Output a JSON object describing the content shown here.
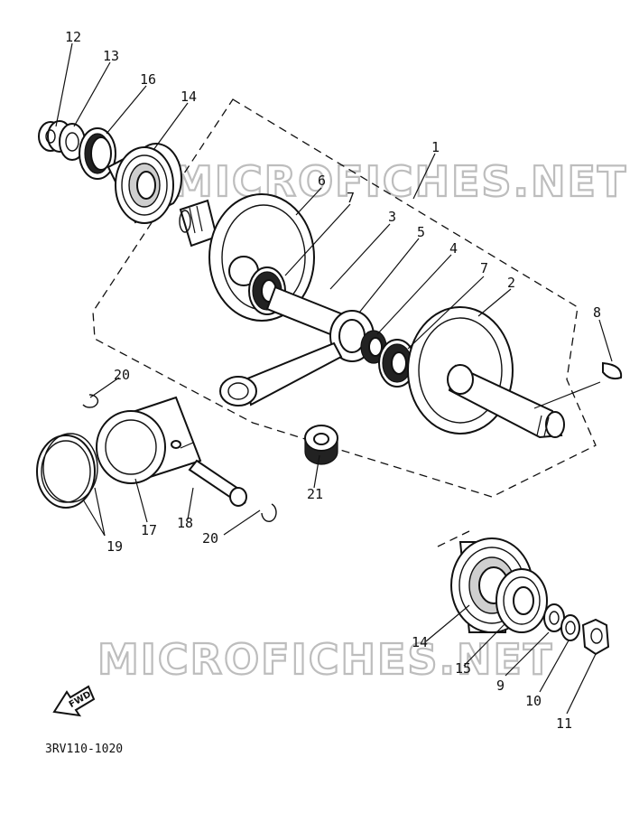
{
  "diagram": {
    "watermarks": [
      "MICROFICHES.NET",
      "MICROFICHES.NET"
    ],
    "diagram_code": "3RV110-1020",
    "direction_marker": "FWD",
    "callouts": {
      "c1": "1",
      "c2": "2",
      "c3": "3",
      "c4": "4",
      "c5": "5",
      "c6": "6",
      "c7a": "7",
      "c7b": "7",
      "c8": "8",
      "c9": "9",
      "c10": "10",
      "c11": "11",
      "c12": "12",
      "c13": "13",
      "c14a": "14",
      "c14b": "14",
      "c15": "15",
      "c16": "16",
      "c17": "17",
      "c18": "18",
      "c19": "19",
      "c20a": "20",
      "c20b": "20",
      "c21": "21"
    }
  }
}
